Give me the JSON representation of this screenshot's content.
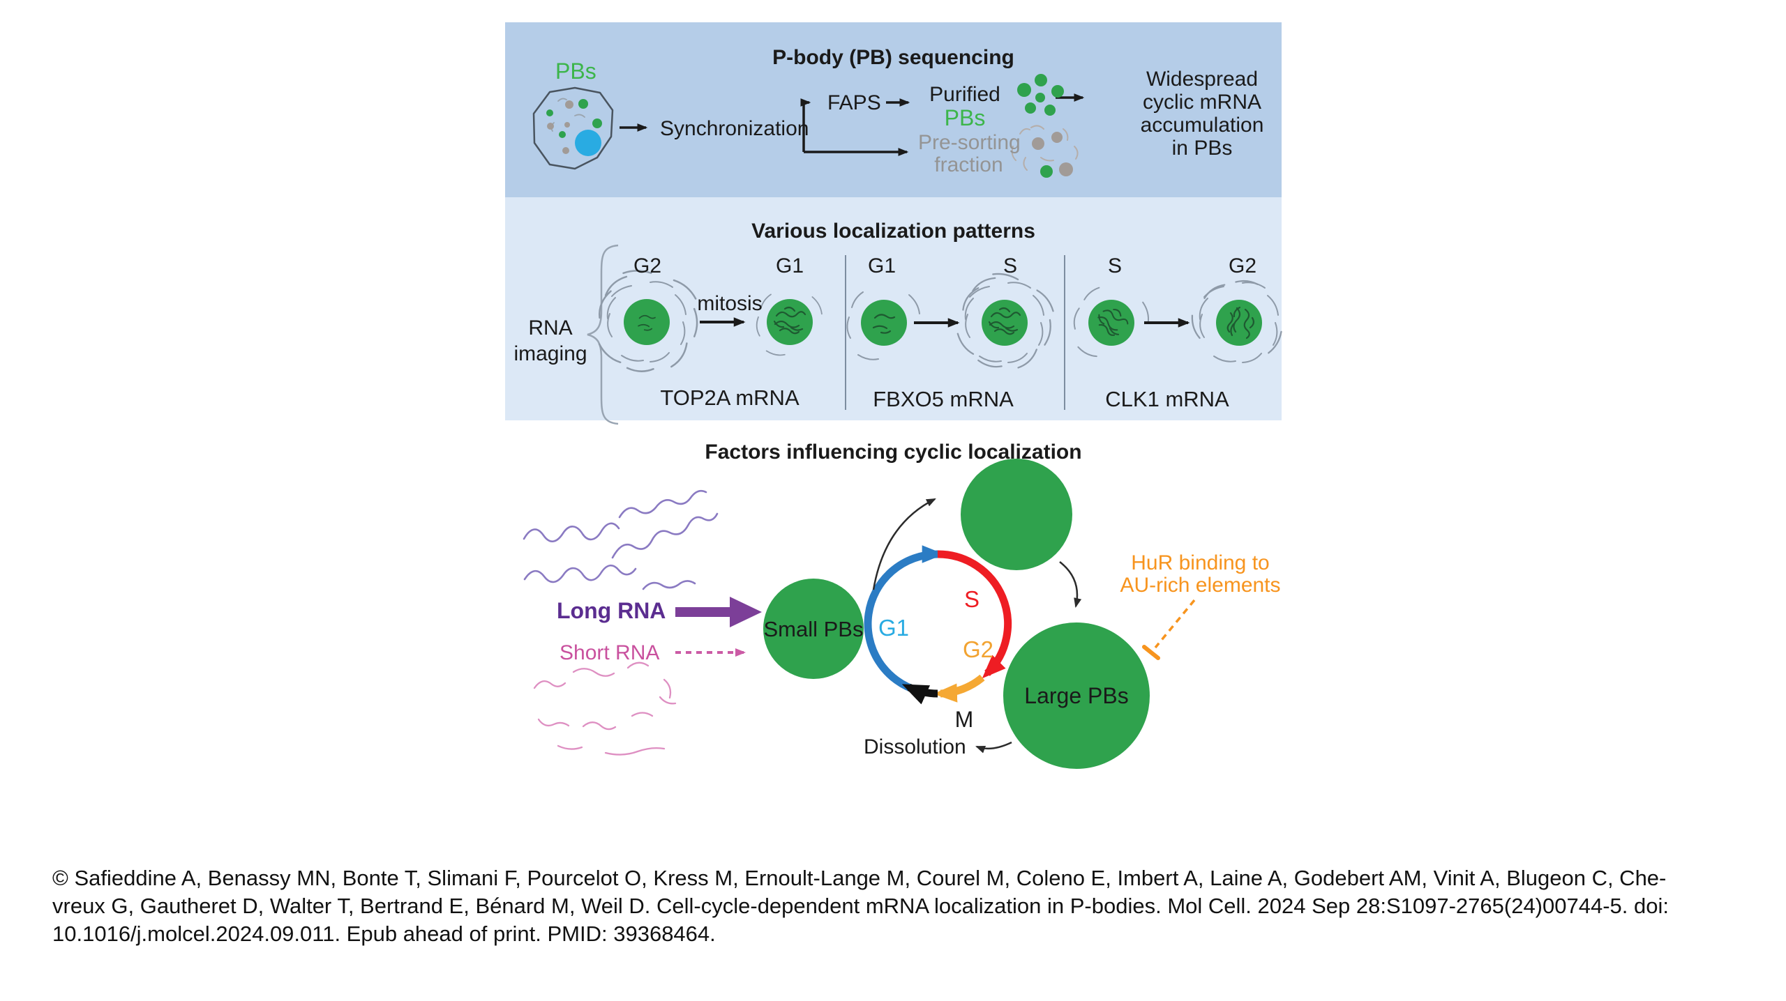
{
  "panel1": {
    "title": "P-body (PB) sequencing",
    "pbs_label": "PBs",
    "synchronization": "Synchronization",
    "faps": "FAPS",
    "purified": "Purified",
    "purified_pbs": "PBs",
    "presorting_line1": "Pre-sorting",
    "presorting_line2": "fraction",
    "result_line1": "Widespread",
    "result_line2": "cyclic mRNA",
    "result_line3": "accumulation",
    "result_line4": "in PBs"
  },
  "panel2": {
    "title": "Various localization patterns",
    "side_label_line1": "RNA",
    "side_label_line2": "imaging",
    "columns": [
      {
        "from": "G2",
        "arrow_label": "mitosis",
        "to": "G1",
        "gene": "TOP2A mRNA"
      },
      {
        "from": "G1",
        "arrow_label": "",
        "to": "S",
        "gene": "FBXO5 mRNA"
      },
      {
        "from": "S",
        "arrow_label": "",
        "to": "G2",
        "gene": "CLK1 mRNA"
      }
    ]
  },
  "panel3": {
    "title": "Factors influencing cyclic localization",
    "long_rna": "Long RNA",
    "short_rna": "Short RNA",
    "small_pbs": "Small PBs",
    "large_pbs": "Large PBs",
    "cycle": {
      "g1": "G1",
      "s": "S",
      "g2": "G2",
      "m": "M"
    },
    "dissolution": "Dissolution",
    "hur_line1": "HuR binding to",
    "hur_line2": "AU-rich elements"
  },
  "citation": {
    "line1": "© Safieddine A, Benassy MN, Bonte T, Slimani F, Pourcelot O, Kress M, Ernoult-Lange M, Courel M, Coleno E, Imbert A, Laine A, Godebert AM, Vinit A, Blugeon C, Che-",
    "line2": "vreux G, Gautheret D, Walter T, Bertrand E, Bénard M, Weil D. Cell-cycle-dependent mRNA localization in P-bodies. Mol Cell. 2024 Sep 28:S1097-2765(24)00744-5. doi:",
    "line3": "10.1016/j.molcel.2024.09.011. Epub ahead of print. PMID: 39368464."
  },
  "colors": {
    "panel_blue_dark": "#b5cde8",
    "panel_blue_light": "#dce8f6",
    "pb_green": "#2fa24d",
    "pbs_text_green": "#3cb54a",
    "nucleus_cyan": "#29abe2",
    "presorting_gray": "#949494",
    "long_rna_purple": "#5b2d90",
    "short_rna_pink": "#c9519e",
    "hur_orange": "#f7941e",
    "g1_label_blue": "#29abe2",
    "cycle_blue": "#2b7cc4",
    "s_red": "#ee1d23",
    "g2_gold": "#f5a833",
    "arrow_black": "#1a1a1a"
  }
}
